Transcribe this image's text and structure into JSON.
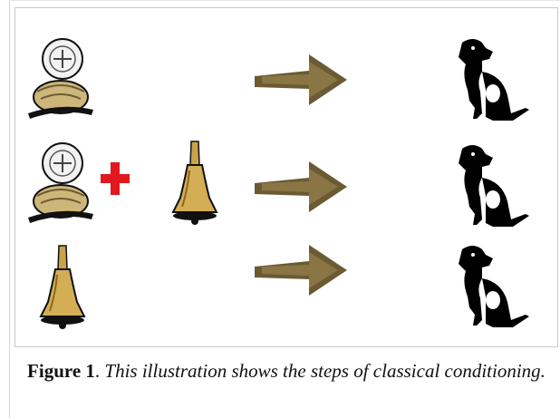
{
  "figure": {
    "label": "Figure 1",
    "separator": ". ",
    "caption": "This illustration shows the steps of classical conditioning."
  },
  "rows": [
    {
      "stimulus": [
        "food-bowl"
      ],
      "arrow": "arrow-right",
      "response": "dog-salivating"
    },
    {
      "stimulus": [
        "food-bowl",
        "plus",
        "bell"
      ],
      "arrow": "arrow-right",
      "response": "dog-salivating"
    },
    {
      "stimulus": [
        "bell"
      ],
      "arrow": "arrow-right",
      "response": "dog-salivating"
    }
  ],
  "colors": {
    "arrow": "#6b5a32",
    "plus": "#e0191e",
    "bell": "#c9a24a",
    "food": "#cdb67a",
    "dog": "#000000"
  }
}
